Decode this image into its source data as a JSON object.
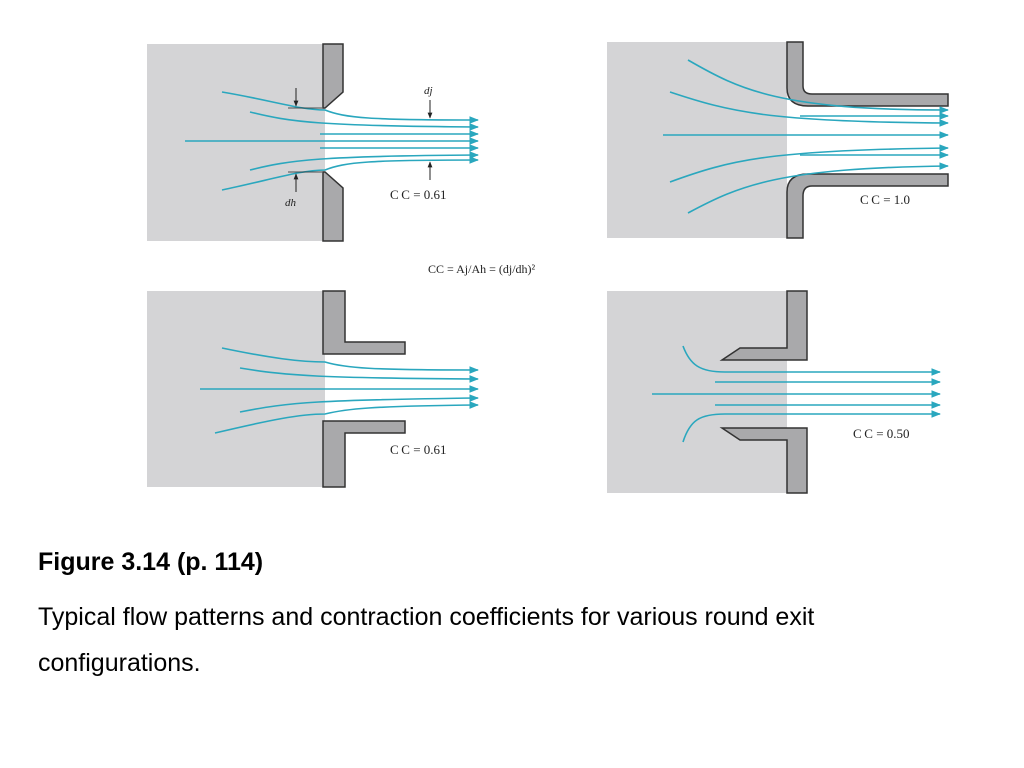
{
  "diagram": {
    "panels": [
      {
        "id": "sharp-edged",
        "cc_label": "C C = 0.61",
        "label_dj": "dj",
        "label_dh": "dh"
      },
      {
        "id": "rounded",
        "cc_label": "C C = 1.0"
      },
      {
        "id": "square-edged",
        "cc_label": "C C = 0.61"
      },
      {
        "id": "reentrant",
        "cc_label": "C C = 0.50"
      }
    ],
    "formula": "CC = Aj/Ah = (dj/dh)²",
    "colors": {
      "flow_line": "#2aa7be",
      "panel_bg": "#d4d4d6",
      "wall_fill": "#a9a9ab",
      "wall_stroke": "#333333"
    }
  },
  "caption": {
    "title": "Figure 3.14 (p. 114)",
    "body": "Typical flow patterns and contraction coefficients for various round exit configurations."
  }
}
